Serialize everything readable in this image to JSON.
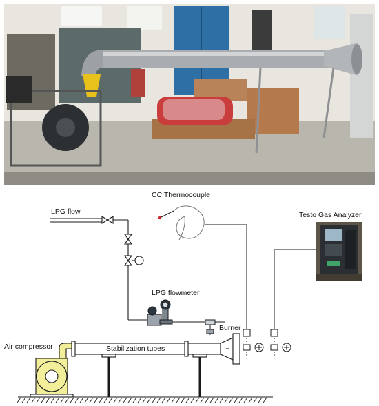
{
  "photo": {
    "description_icon": "photo-icon",
    "colors": {
      "wall": "#e9e6df",
      "floor": "#b9b6ad",
      "pipe": "#a9acb0",
      "cabinet_blue": "#2e6fa6",
      "blower_yellow": "#e8c21a",
      "crate_wood": "#b9835a",
      "bag_red": "#c93d3d"
    }
  },
  "labels": {
    "cc_thermocouple": "CC Thermocouple",
    "lpg_flow": "LPG flow",
    "testo_gas_analyzer": "Testo Gas Analyzer",
    "lpg_flowmeter": "LPG flowmeter",
    "burner": "Burner",
    "air_compressor": "Air compressor",
    "stabilization_tubes": "Stabilization tubes"
  },
  "colors": {
    "line": "#1a1a1a",
    "compressor_fill": "#f2ee9a",
    "analyzer_body": "#2b2f33",
    "analyzer_accent": "#3fa36a"
  }
}
